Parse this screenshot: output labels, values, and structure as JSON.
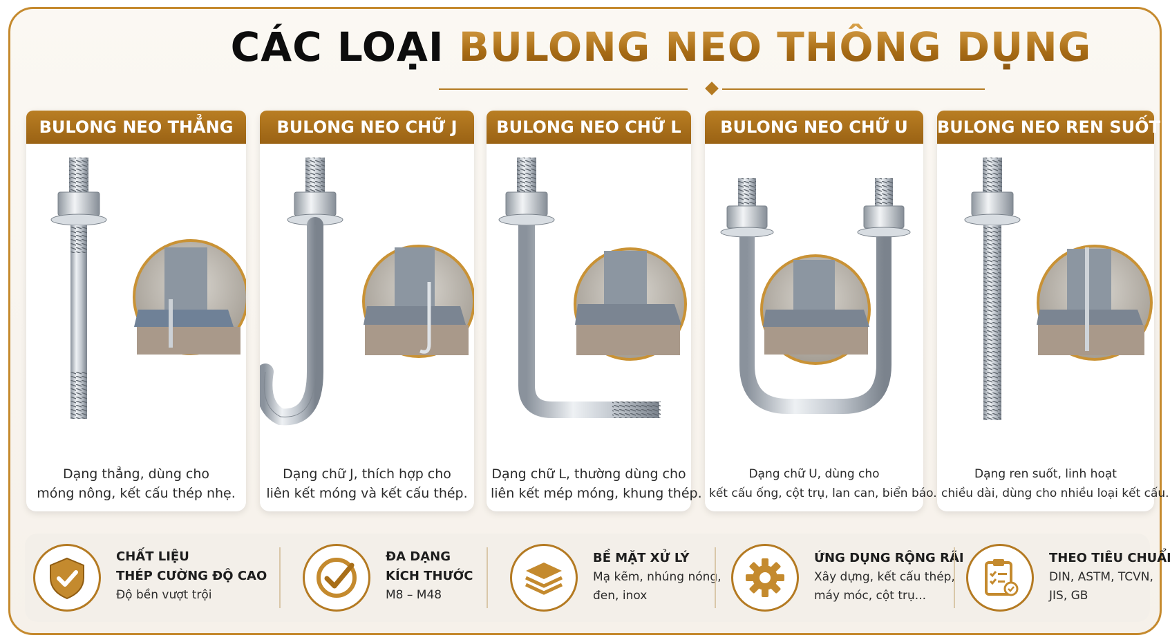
{
  "title": {
    "part1": "CÁC LOẠI",
    "part2": "BULONG NEO THÔNG DỤNG"
  },
  "colors": {
    "accent": "#b47a22",
    "accent_dark": "#9a6214",
    "steel": "#c7ccd3",
    "concrete": "#a7998a",
    "plate": "#6b7a8c"
  },
  "cards": [
    {
      "title": "BULONG NEO THẲNG",
      "desc": [
        "Dạng thẳng, dùng cho",
        "móng nông, kết cấu thép nhẹ."
      ],
      "icon": "straight-anchor-bolt"
    },
    {
      "title": "BULONG NEO CHỮ J",
      "desc": [
        "Dạng chữ J, thích hợp cho",
        "liên kết móng và kết cấu thép."
      ],
      "icon": "j-anchor-bolt"
    },
    {
      "title": "BULONG NEO CHỮ L",
      "desc": [
        "Dạng chữ L, thường dùng cho",
        "liên kết mép móng, khung thép."
      ],
      "icon": "l-anchor-bolt"
    },
    {
      "title": "BULONG NEO CHỮ U",
      "desc": [
        "Dạng chữ U, dùng cho",
        "kết cấu ống, cột trụ, lan can, biển báo."
      ],
      "icon": "u-anchor-bolt"
    },
    {
      "title": "BULONG NEO REN SUỐT",
      "desc": [
        "Dạng ren suốt, linh hoạt",
        "chiều dài, dùng cho nhiều loại kết cấu."
      ],
      "icon": "threaded-rod-bolt"
    }
  ],
  "features": [
    {
      "title1": "CHẤT LIỆU",
      "title2": "THÉP CƯỜNG ĐỘ CAO",
      "desc1": "Độ bền vượt trội",
      "icon": "shield-check-icon"
    },
    {
      "title1": "ĐA DẠNG",
      "title2": "KÍCH THƯỚC",
      "desc1": "M8 – M48",
      "icon": "check-circle-icon"
    },
    {
      "title1": "BỀ MẶT XỬ LÝ",
      "desc1": "Mạ kẽm, nhúng nóng,",
      "desc2": "đen, inox",
      "icon": "layers-icon"
    },
    {
      "title1": "ỨNG DỤNG RỘNG RÃI",
      "desc1": "Xây dựng, kết cấu thép,",
      "desc2": "máy móc, cột trụ...",
      "icon": "gear-icon"
    },
    {
      "title1": "THEO TIÊU CHUẨN",
      "desc1": "DIN, ASTM, TCVN,",
      "desc2": "JIS, GB",
      "icon": "clipboard-icon"
    }
  ]
}
